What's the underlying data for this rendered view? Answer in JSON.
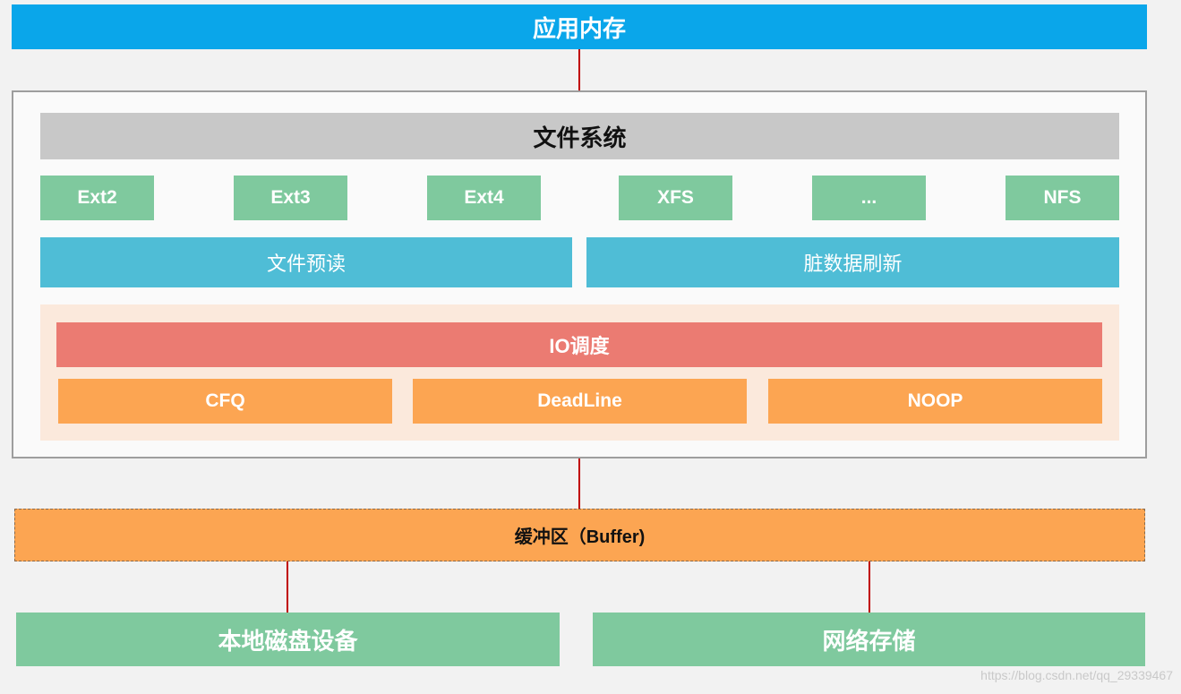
{
  "app_memory": "应用内存",
  "filesystem": {
    "title": "文件系统",
    "types": [
      "Ext2",
      "Ext3",
      "Ext4",
      "XFS",
      "...",
      "NFS"
    ],
    "features": [
      "文件预读",
      "脏数据刷新"
    ],
    "io": {
      "title": "IO调度",
      "schedulers": [
        "CFQ",
        "DeadLine",
        "NOOP"
      ]
    }
  },
  "buffer": "缓冲区（Buffer)",
  "storage": [
    "本地磁盘设备",
    "网络存储"
  ],
  "watermark": "https://blog.csdn.net/qq_29339467",
  "colors": {
    "app_memory": "#0aa6ea",
    "fs_title": "#c8c8c8",
    "fs_type": "#7fc99e",
    "feature": "#4fbdd6",
    "io_title": "#eb7b72",
    "scheduler": "#fca552",
    "buffer": "#fca552",
    "storage": "#7fc99e",
    "connector": "#c00000"
  }
}
